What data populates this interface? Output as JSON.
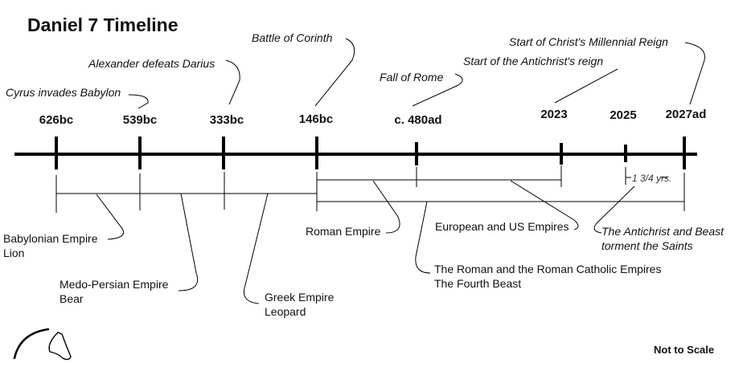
{
  "title": "Daniel 7 Timeline",
  "dates": [
    "626bc",
    "539bc",
    "333bc",
    "146bc",
    "c. 480ad",
    "2023",
    "2025",
    "2027ad"
  ],
  "events": {
    "cyrus": "Cyrus invades Babylon",
    "alexander": "Alexander defeats Darius",
    "corinth": "Battle of Corinth",
    "rome_fall": "Fall of Rome",
    "antichrist_reign": "Start of the Antichrist's reign",
    "millennial": "Start of Christ's Millennial Reign"
  },
  "periods": {
    "babylon": [
      "Babylonian Empire",
      "Lion"
    ],
    "medo": [
      "Medo-Persian Empire",
      "Bear"
    ],
    "greek": [
      "Greek Empire",
      "Leopard"
    ],
    "roman": "Roman Empire",
    "european": "European and US Empires",
    "fourth": [
      "The Roman and the Roman Catholic Empires",
      "The Fourth Beast"
    ],
    "antichrist": [
      "The Antichrist and Beast",
      "torment the Saints"
    ],
    "duration": "1 3/4 yrs."
  },
  "note": "Not to Scale"
}
